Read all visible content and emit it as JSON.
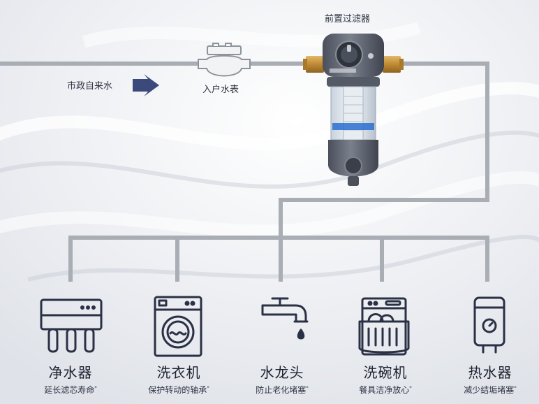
{
  "diagram": {
    "inlet_label": "市政自来水",
    "meter_label": "入户水表",
    "filter_label": "前置过滤器",
    "appliances": [
      {
        "id": "purifier",
        "name": "净水器",
        "benefit": "延长滤芯寿命",
        "icon": "water-purifier-icon"
      },
      {
        "id": "washer",
        "name": "洗衣机",
        "benefit": "保护转动的轴承",
        "icon": "washing-machine-icon"
      },
      {
        "id": "faucet",
        "name": "水龙头",
        "benefit": "防止老化堵塞",
        "icon": "faucet-icon"
      },
      {
        "id": "dishwasher",
        "name": "洗碗机",
        "benefit": "餐具洁净放心",
        "icon": "dishwasher-icon"
      },
      {
        "id": "heater",
        "name": "热水器",
        "benefit": "减少结垢堵塞",
        "icon": "water-heater-icon"
      }
    ],
    "footnote_mark": "*"
  },
  "colors": {
    "pipe": "#a9adb4",
    "icon": "#2b3145",
    "arrow": "#3b4a7a",
    "filter_body": "#5d6370",
    "brass": "#c7953f"
  }
}
